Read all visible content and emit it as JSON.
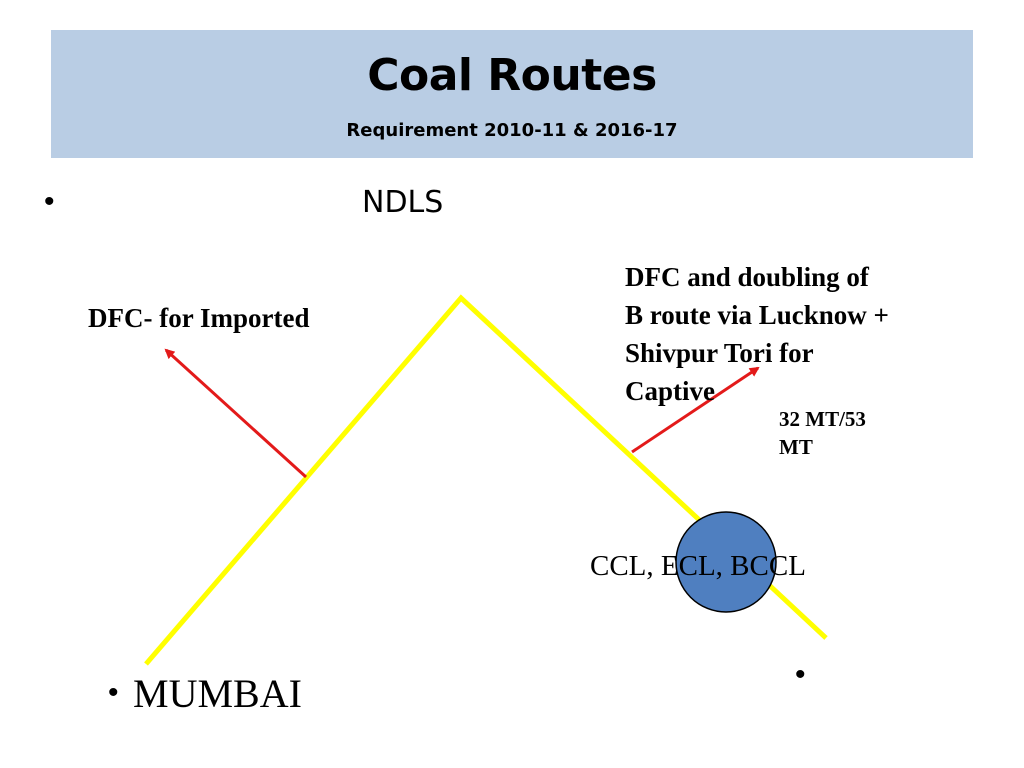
{
  "slide": {
    "title": "Coal Routes",
    "subtitle": "Requirement 2010-11 & 2016-17",
    "bullet_char": "•",
    "ndls": "NDLS",
    "mumbai": "MUMBAI",
    "left_route_label": "DFC- for Imported",
    "right_route_label_lines": [
      "DFC and doubling of",
      "B route via Lucknow +",
      "Shivpur Tori for",
      "Captive"
    ],
    "capacity_label_lines": [
      "32 MT/53",
      "MT"
    ],
    "coalfields_label": "CCL, ECL, BCCL"
  },
  "colors": {
    "title_bg": "#b9cde4",
    "route_line": "#ffff00",
    "arrow": "#e31a1a",
    "coalfield_circle": "#4f7fc0",
    "circle_outline": "#000000"
  }
}
